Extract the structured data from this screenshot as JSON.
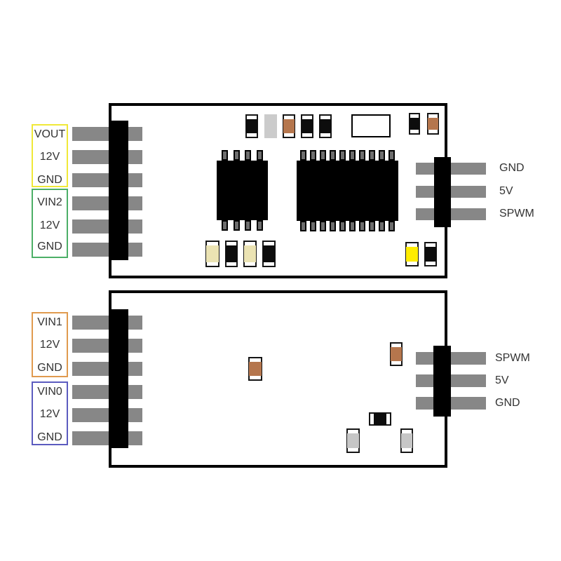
{
  "palette": {
    "board_outline": "#000000",
    "pin_gray": "#878787",
    "component_black": "#0d0d0d",
    "component_brown": "#b5764d",
    "component_beige": "#ebe3b3",
    "component_yellow": "#ffec00",
    "component_gray": "#c6c6c6",
    "label_text": "#333333",
    "group_yellow": "#f0e838",
    "group_green": "#4caf67",
    "group_orange": "#e09a4e",
    "group_blue": "#5b5bbf"
  },
  "top_module": {
    "left_groups": [
      {
        "labels": [
          "VOUT",
          "12V",
          "GND"
        ]
      },
      {
        "labels": [
          "VIN2",
          "12V",
          "GND"
        ]
      }
    ],
    "right_pins": [
      "GND",
      "5V",
      "SPWM"
    ]
  },
  "bottom_module": {
    "left_groups": [
      {
        "labels": [
          "VIN1",
          "12V",
          "GND"
        ]
      },
      {
        "labels": [
          "VIN0",
          "12V",
          "GND"
        ]
      }
    ],
    "right_pins": [
      "SPWM",
      "5V",
      "GND"
    ]
  }
}
